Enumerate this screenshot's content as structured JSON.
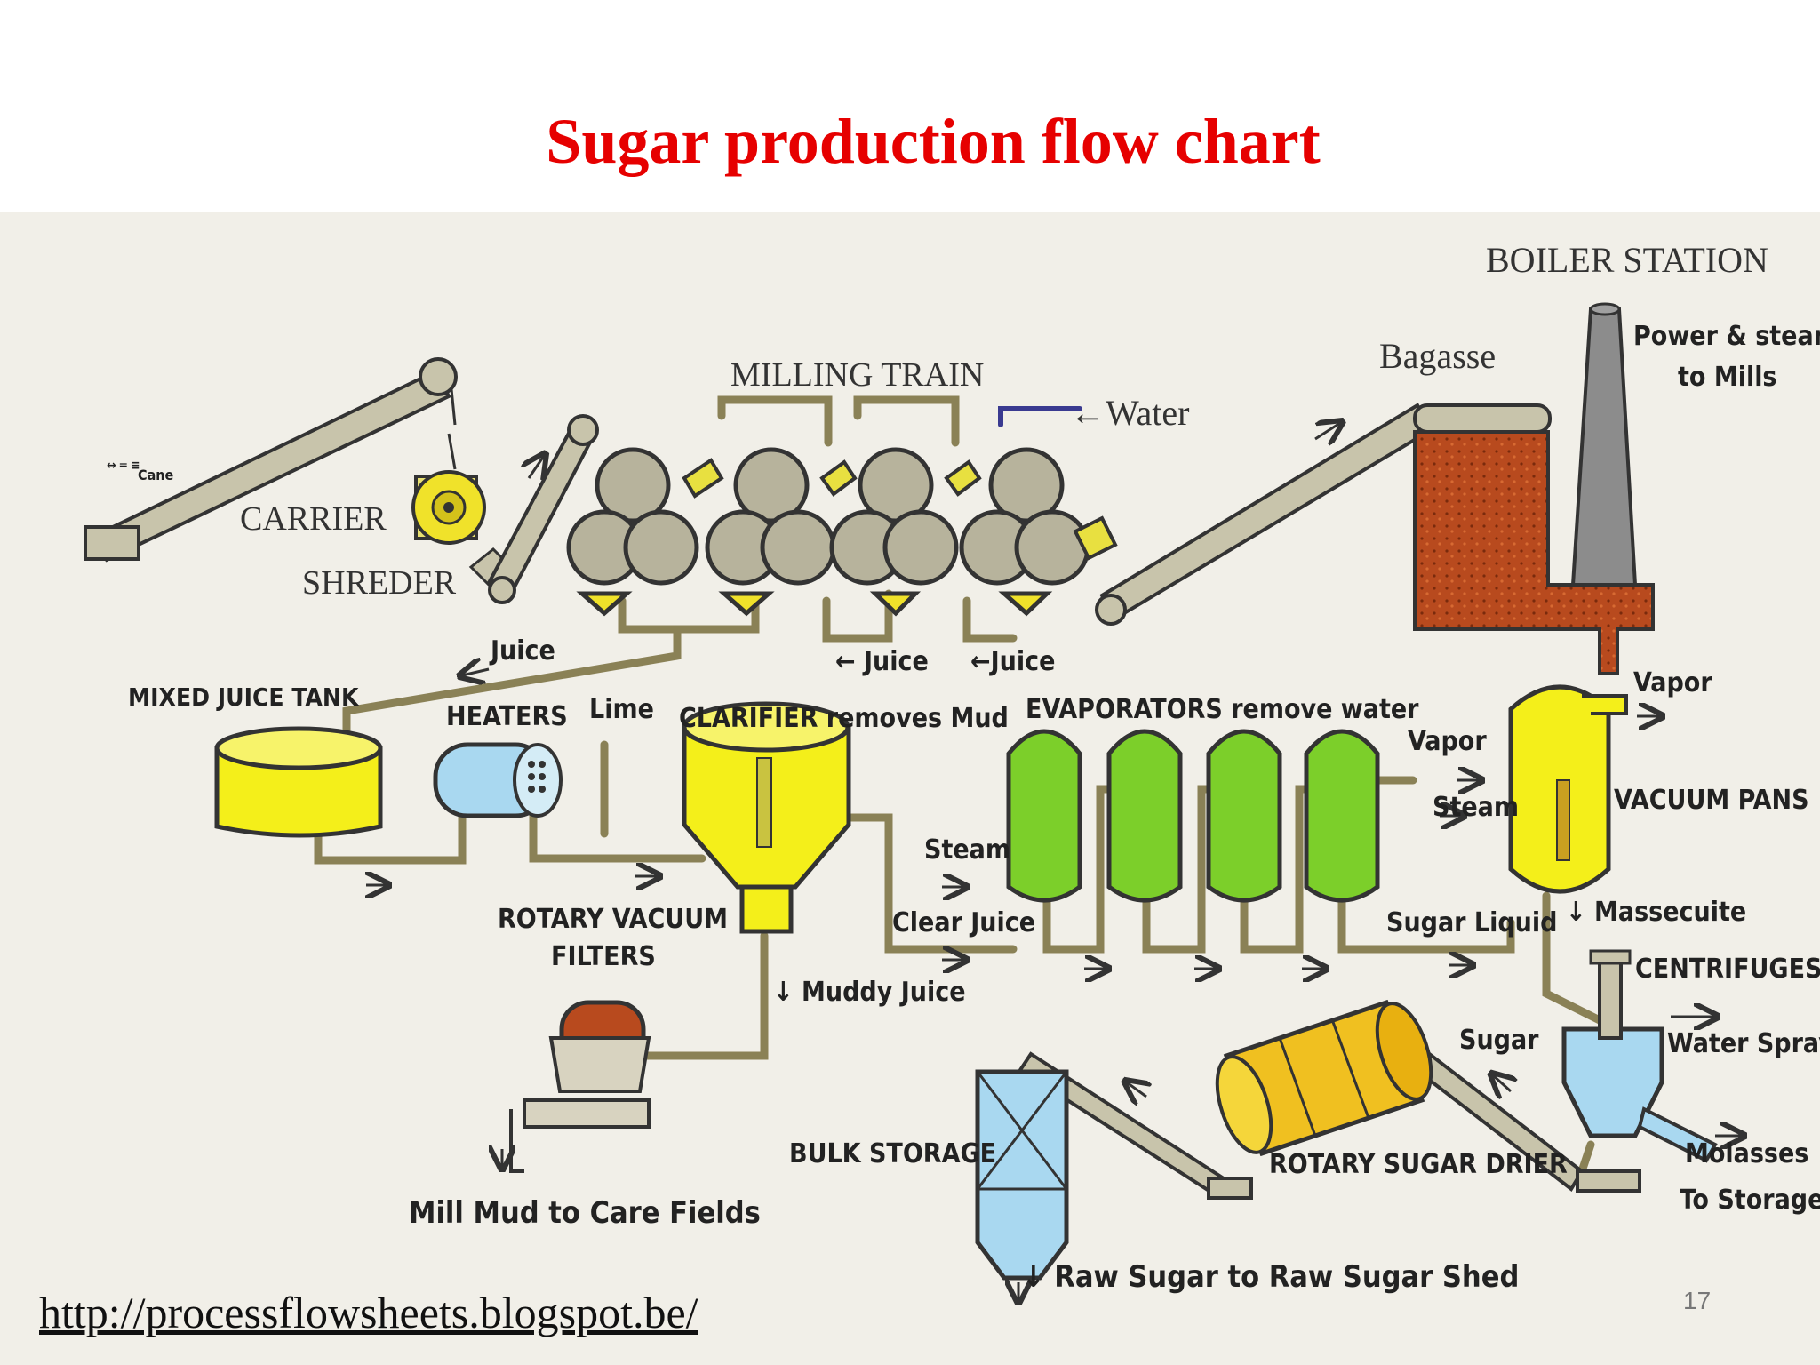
{
  "title": "Sugar production flow chart",
  "labels": {
    "boiler_station": "BOILER STATION",
    "power_steam_1": "Power & steam",
    "power_steam_2": "to Mills",
    "bagasse": "Bagasse",
    "milling_train": "MILLING TRAIN",
    "water": "←Water",
    "carrier": "CARRIER",
    "shreder": "SHREDER",
    "cane": "Cane",
    "juice_left": "Juice",
    "juice_mid": "← Juice",
    "juice_right": "←Juice",
    "mixed_juice_tank": "MIXED JUICE TANK",
    "heaters": "HEATERS",
    "lime": "Lime",
    "clarifier": "CLARIFIER removes Mud",
    "evaporators": "EVAPORATORS remove water",
    "vapor_top": "Vapor",
    "vapor_evap": "Vapor",
    "steam_pan": "Steam",
    "vacuum_pans": "VACUUM PANS",
    "steam_evap": "Steam",
    "clear_juice": "Clear Juice",
    "sugar_liquid": "Sugar Liquid",
    "massecuite": "↓ Massecuite",
    "rotary_vacuum": "ROTARY VACUUM",
    "filters": "FILTERS",
    "muddy_juice": "↓ Muddy Juice",
    "centrifuges": "CENTRIFUGES",
    "water_spray": "Water Spray",
    "sugar": "Sugar",
    "bulk_storage": "BULK STORAGE",
    "rotary_sugar_drier": "ROTARY SUGAR DRIER",
    "molasses": "Molasses",
    "to_storage": "To Storage",
    "mill_mud": "Mill Mud to Care Fields",
    "raw_sugar": "↓ Raw Sugar to Raw Sugar Shed"
  },
  "source_url": "http://processflowsheets.blogspot.be/",
  "page_number": "17",
  "colors": {
    "title": "#e60000",
    "background": "#f1efe8",
    "pipe": "#8a8156",
    "tank_yellow": "#f4ef1a",
    "evaporator_green": "#7ccf2a",
    "heater_blue": "#a9d8f0",
    "boiler_red": "#b84a1e",
    "roller_gray": "#b7b39c"
  }
}
